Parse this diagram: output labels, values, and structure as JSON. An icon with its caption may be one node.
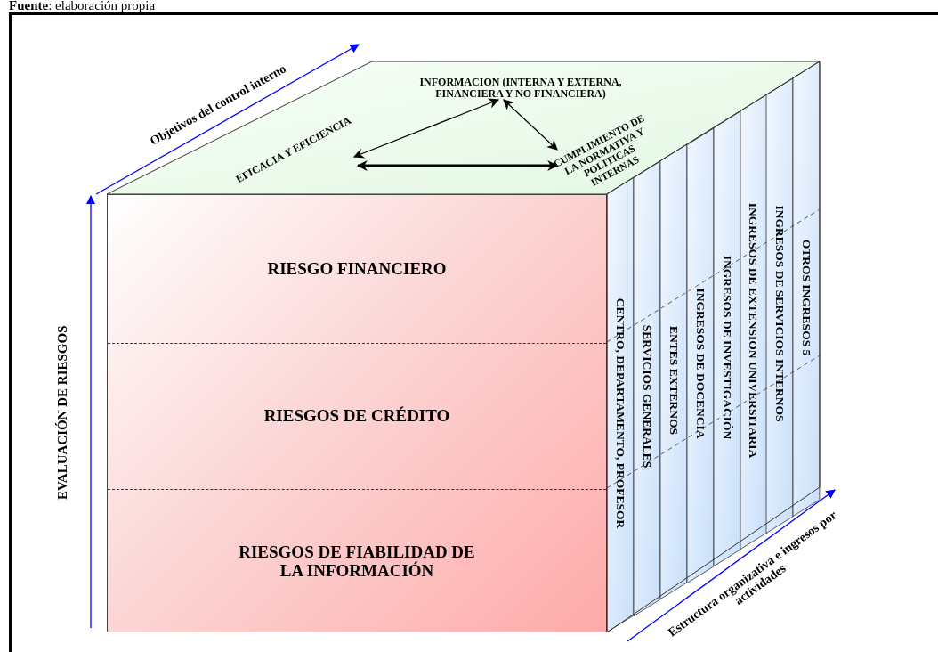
{
  "diagram": {
    "caption": "**Fuente**: elaboración propia",
    "nodes": [
      {
        "text": [
          "INFORMACION (INTERNA Y EXTERNA, FINANCIERA Y NO FINANCIERA)"
        ]
      },
      {
        "text": [
          "EFICACIA Y EFICIENCIA"
        ]
      },
      {
        "text": [
          "CUMPLIMIENTO DE LA NORMATIVA Y POLITICAS INTERNAS"
        ]
      },
      {
        "text": [
          "RIESGO FINANCIERO"
        ]
      },
      {
        "text": [
          "RIESGOS DE CRÉDITO"
        ]
      },
      {
        "text": [
          "RIESGOS DE FIABILIDAD DE LA INFORMACIÓN"
        ]
      },
      {
        "text": [
          "CENTRO, DEPARTAMENTO, PROFESOR"
        ]
      },
      {
        "text": [
          "SERVICIOS GENERALES"
        ]
      },
      {
        "text": [
          "ENTES EXTERNOS"
        ]
      },
      {
        "text": [
          "INGRESOS DE DOCENCIA"
        ]
      },
      {
        "text": [
          "INGRESOS DE INVESTIGACIÓN"
        ]
      },
      {
        "text": [
          "INGRESOS DE EXTENSION UNIVERSITARIA"
        ]
      },
      {
        "text": [
          "INGRESOS DE SERVICIOS INTERNOS"
        ]
      },
      {
        "text": [
          "OTROS INGRESOS 5"
        ]
      }
    ],
    "edges": [
      {
        "from": 1,
        "to": 0,
        "arrow": "both"
      },
      {
        "from": 0,
        "to": 2,
        "arrow": "both"
      },
      {
        "from": 1,
        "to": 2,
        "arrow": "both",
        "style": "thick"
      }
    ],
    "labels": [
      "Objetivos del control interno",
      "EVALUACIÓN DE RIESGOS",
      "Estructura organizativa e ingresos por actividades"
    ]
  }
}
